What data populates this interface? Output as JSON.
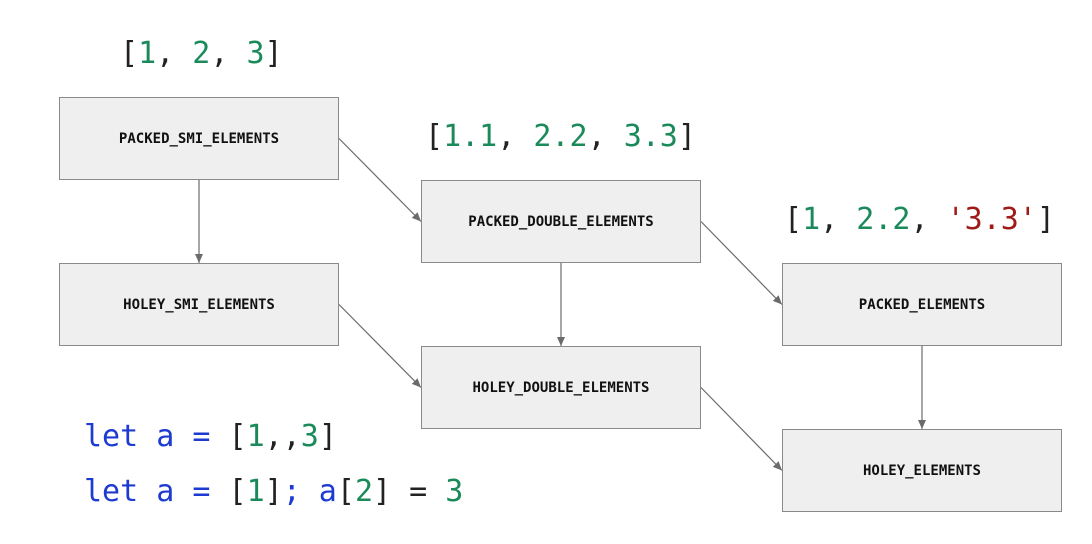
{
  "nodes": {
    "packed_smi": "PACKED_SMI_ELEMENTS",
    "holey_smi": "HOLEY_SMI_ELEMENTS",
    "packed_double": "PACKED_DOUBLE_ELEMENTS",
    "holey_double": "HOLEY_DOUBLE_ELEMENTS",
    "packed": "PACKED_ELEMENTS",
    "holey": "HOLEY_ELEMENTS"
  },
  "array_smi": {
    "open": "[",
    "v1": "1",
    "sep1": ", ",
    "v2": "2",
    "sep2": ", ",
    "v3": "3",
    "close": "]"
  },
  "array_double": {
    "open": "[",
    "v1": "1.1",
    "sep1": ", ",
    "v2": "2.2",
    "sep2": ", ",
    "v3": "3.3",
    "close": "]"
  },
  "array_mixed": {
    "open": "[",
    "v1": "1",
    "sep1": ", ",
    "v2": "2.2",
    "sep2": ", ",
    "v3": "'3.3'",
    "close": "]"
  },
  "code_line1": {
    "kw": "let a = ",
    "open": "[",
    "v1": "1",
    "holes": ",,",
    "v2": "3",
    "close": "]"
  },
  "code_line2": {
    "kw": "let a = ",
    "open": "[",
    "v1": "1",
    "close": "]",
    "mid": "; a",
    "open2": "[",
    "idx": "2",
    "close2": "]",
    "eq": " = ",
    "v2": "3"
  },
  "edges": [
    {
      "from": "packed_smi",
      "to": "holey_smi"
    },
    {
      "from": "packed_smi",
      "to": "packed_double"
    },
    {
      "from": "holey_smi",
      "to": "holey_double"
    },
    {
      "from": "packed_double",
      "to": "holey_double"
    },
    {
      "from": "packed_double",
      "to": "packed"
    },
    {
      "from": "holey_double",
      "to": "holey"
    },
    {
      "from": "packed",
      "to": "holey"
    }
  ],
  "colors": {
    "node_fill": "#efefef",
    "node_border": "#8a8a8a",
    "edge": "#6b6b6b",
    "number": "#1b8a5a",
    "string": "#a11a1a",
    "keyword": "#1d3bd1",
    "punctuation": "#222222"
  }
}
